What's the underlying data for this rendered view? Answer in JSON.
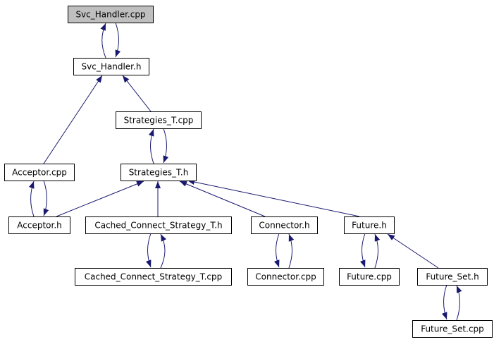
{
  "diagram": {
    "nodes": [
      {
        "id": "svc_handler_cpp",
        "label": "Svc_Handler.cpp",
        "highlight": true
      },
      {
        "id": "svc_handler_h",
        "label": "Svc_Handler.h"
      },
      {
        "id": "strategies_t_cpp",
        "label": "Strategies_T.cpp"
      },
      {
        "id": "acceptor_cpp",
        "label": "Acceptor.cpp"
      },
      {
        "id": "strategies_t_h",
        "label": "Strategies_T.h"
      },
      {
        "id": "acceptor_h",
        "label": "Acceptor.h"
      },
      {
        "id": "cached_connect_strategy_t_h",
        "label": "Cached_Connect_Strategy_T.h"
      },
      {
        "id": "connector_h",
        "label": "Connector.h"
      },
      {
        "id": "future_h",
        "label": "Future.h"
      },
      {
        "id": "cached_connect_strategy_t_cpp",
        "label": "Cached_Connect_Strategy_T.cpp"
      },
      {
        "id": "connector_cpp",
        "label": "Connector.cpp"
      },
      {
        "id": "future_cpp",
        "label": "Future.cpp"
      },
      {
        "id": "future_set_h",
        "label": "Future_Set.h"
      },
      {
        "id": "future_set_cpp",
        "label": "Future_Set.cpp"
      }
    ],
    "edges": [
      {
        "from": "svc_handler_cpp",
        "to": "svc_handler_h"
      },
      {
        "from": "svc_handler_h",
        "to": "svc_handler_cpp"
      },
      {
        "from": "acceptor_cpp",
        "to": "svc_handler_h"
      },
      {
        "from": "strategies_t_cpp",
        "to": "svc_handler_h"
      },
      {
        "from": "strategies_t_cpp",
        "to": "strategies_t_h"
      },
      {
        "from": "strategies_t_h",
        "to": "strategies_t_cpp"
      },
      {
        "from": "acceptor_cpp",
        "to": "acceptor_h"
      },
      {
        "from": "acceptor_h",
        "to": "acceptor_cpp"
      },
      {
        "from": "acceptor_h",
        "to": "strategies_t_h"
      },
      {
        "from": "cached_connect_strategy_t_h",
        "to": "strategies_t_h"
      },
      {
        "from": "connector_h",
        "to": "strategies_t_h"
      },
      {
        "from": "future_h",
        "to": "strategies_t_h"
      },
      {
        "from": "cached_connect_strategy_t_cpp",
        "to": "cached_connect_strategy_t_h"
      },
      {
        "from": "cached_connect_strategy_t_h",
        "to": "cached_connect_strategy_t_cpp"
      },
      {
        "from": "connector_cpp",
        "to": "connector_h"
      },
      {
        "from": "connector_h",
        "to": "connector_cpp"
      },
      {
        "from": "future_cpp",
        "to": "future_h"
      },
      {
        "from": "future_h",
        "to": "future_cpp"
      },
      {
        "from": "future_set_h",
        "to": "future_h"
      },
      {
        "from": "future_set_cpp",
        "to": "future_set_h"
      },
      {
        "from": "future_set_h",
        "to": "future_set_cpp"
      }
    ],
    "colors": {
      "edge": "#191970",
      "node_fill": "#ffffff",
      "node_highlight_fill": "#bfbfbf",
      "node_border": "#000000"
    }
  }
}
